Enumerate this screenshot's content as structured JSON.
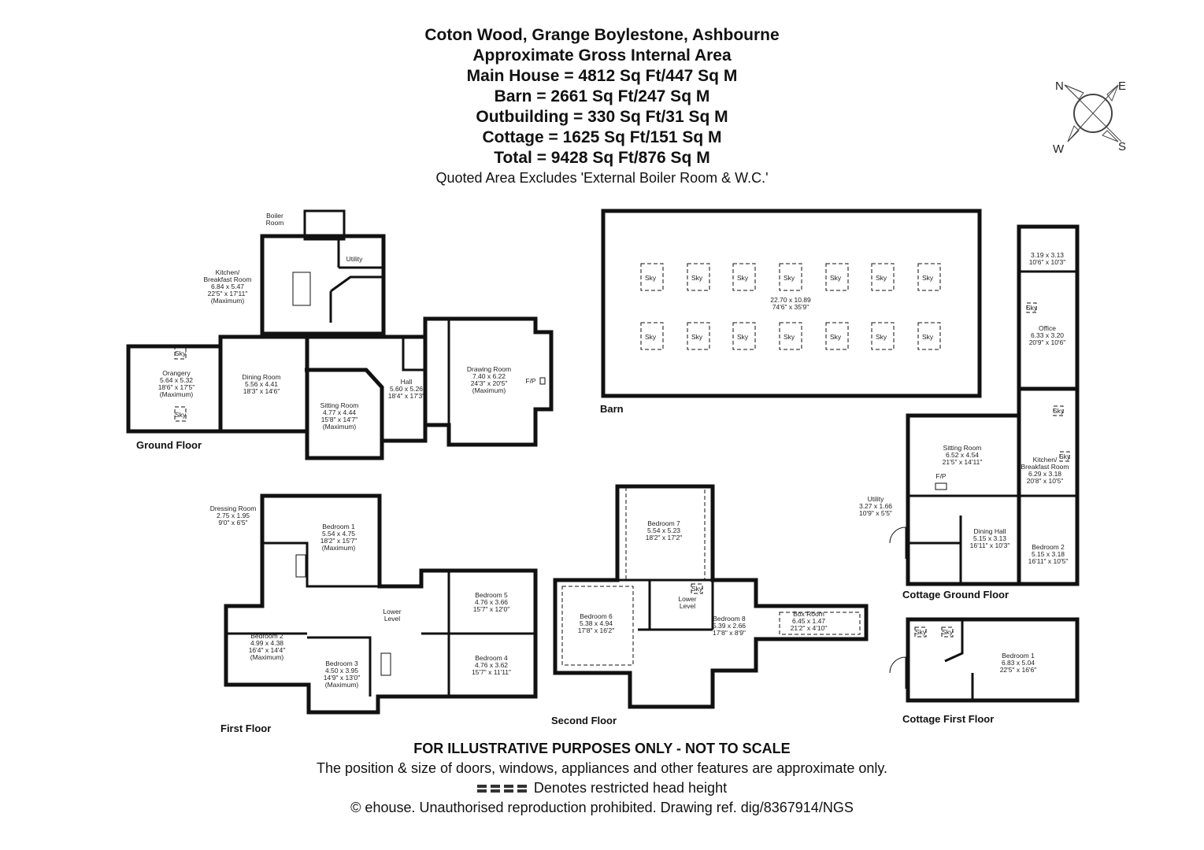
{
  "header": {
    "title": "Coton Wood, Grange Boylestone, Ashbourne",
    "subtitle": "Approximate Gross Internal Area",
    "areas": [
      "Main House = 4812 Sq Ft/447 Sq M",
      "Barn = 2661 Sq Ft/247 Sq M",
      "Outbuilding = 330 Sq Ft/31 Sq M",
      "Cottage = 1625 Sq Ft/151 Sq M",
      "Total = 9428 Sq Ft/876 Sq M"
    ],
    "note": "Quoted Area Excludes 'External Boiler Room & W.C.'"
  },
  "compass": {
    "n": "N",
    "e": "E",
    "s": "S",
    "w": "W"
  },
  "floors": {
    "ground": "Ground Floor",
    "barn": "Barn",
    "first": "First Floor",
    "second": "Second Floor",
    "cottage_ground": "Cottage Ground Floor",
    "cottage_first": "Cottage First Floor"
  },
  "sky_label": "Sky",
  "rooms": {
    "boiler": [
      "Boiler",
      "Room"
    ],
    "kitchen": [
      "Kitchen/",
      "Breakfast Room",
      "6.84 x 5.47",
      "22'5\" x 17'11\"",
      "(Maximum)"
    ],
    "utility": [
      "Utility"
    ],
    "orangery": [
      "Orangery",
      "5.64 x 5.32",
      "18'6\" x 17'5\"",
      "(Maximum)"
    ],
    "dining": [
      "Dining Room",
      "5.56 x 4.41",
      "18'3\" x 14'6\""
    ],
    "sitting": [
      "Sitting Room",
      "4.77 x 4.44",
      "15'8\" x 14'7\"",
      "(Maximum)"
    ],
    "hall": [
      "Hall",
      "5.60 x 5.26",
      "18'4\" x 17'3\""
    ],
    "drawing": [
      "Drawing Room",
      "7.40 x 6.22",
      "24'3\" x 20'5\"",
      "(Maximum)"
    ],
    "fp": "F/P",
    "barn": [
      "22.70 x 10.89",
      "74'6\" x 35'9\""
    ],
    "cottage_small": [
      "3.19 x 3.13",
      "10'6\" x 10'3\""
    ],
    "office": [
      "Office",
      "6.33 x 3.20",
      "20'9\" x 10'6\""
    ],
    "c_sitting": [
      "Sitting Room",
      "6.52 x 4.54",
      "21'5\" x 14'11\""
    ],
    "c_kitchen": [
      "Kitchen/",
      "Breakfast Room",
      "6.29 x 3.18",
      "20'8\" x 10'5\""
    ],
    "c_utility": [
      "Utility",
      "3.27 x 1.66",
      "10'9\" x 5'5\""
    ],
    "c_dining": [
      "Dining Hall",
      "5.15 x 3.13",
      "16'11\" x 10'3\""
    ],
    "c_bed2": [
      "Bedroom 2",
      "5.15 x 3.18",
      "16'11\" x 10'5\""
    ],
    "c_bed1": [
      "Bedroom 1",
      "6.83 x 5.04",
      "22'5\" x 16'6\""
    ],
    "dressing": [
      "Dressing Room",
      "2.75 x 1.95",
      "9'0\" x 6'5\""
    ],
    "bed1": [
      "Bedroom 1",
      "5.54 x 4.75",
      "18'2\" x 15'7\"",
      "(Maximum)"
    ],
    "bed2": [
      "Bedroom 2",
      "4.99 x 4.38",
      "16'4\" x 14'4\"",
      "(Maximum)"
    ],
    "bed3": [
      "Bedroom 3",
      "4.50 x 3.95",
      "14'9\" x 13'0\"",
      "(Maximum)"
    ],
    "bed4": [
      "Bedroom 4",
      "4.76 x 3.62",
      "15'7\" x 11'11\""
    ],
    "bed5": [
      "Bedroom 5",
      "4.76 x 3.66",
      "15'7\" x 12'0\""
    ],
    "lower": [
      "Lower",
      "Level"
    ],
    "bed6": [
      "Bedroom 6",
      "5.38 x 4.94",
      "17'8\" x 16'2\""
    ],
    "bed7": [
      "Bedroom 7",
      "5.54 x 5.23",
      "18'2\" x 17'2\""
    ],
    "bed8": [
      "Bedroom 8",
      "5.39 x 2.66",
      "17'8\" x 8'9\""
    ],
    "boxroom": [
      "Box Room",
      "6.45 x 1.47",
      "21'2\" x 4'10\""
    ]
  },
  "footer": {
    "disclaimer": "FOR ILLUSTRATIVE PURPOSES ONLY - NOT TO SCALE",
    "line1": "The position & size of doors, windows, appliances and other features are approximate only.",
    "restricted": "Denotes restricted head height",
    "copyright": "© ehouse. Unauthorised reproduction prohibited. Drawing ref. dig/8367914/NGS"
  }
}
